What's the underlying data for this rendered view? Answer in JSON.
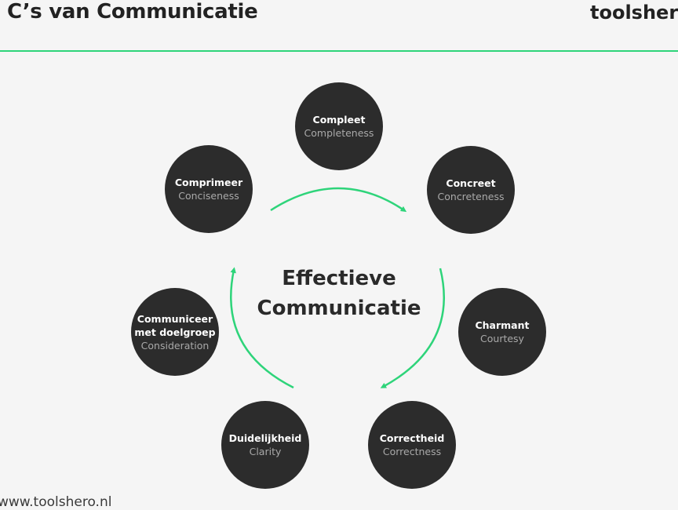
{
  "header": {
    "title": "C’s van Communicatie",
    "brand": "toolshero"
  },
  "center": {
    "line1": "Effectieve",
    "line2": "Communicatie"
  },
  "nodes": [
    {
      "label": "Compleet",
      "sub": "Completeness"
    },
    {
      "label": "Concreet",
      "sub": "Concreteness"
    },
    {
      "label": "Charmant",
      "sub": "Courtesy"
    },
    {
      "label": "Correctheid",
      "sub": "Correctness"
    },
    {
      "label": "Duidelijkheid",
      "sub": "Clarity"
    },
    {
      "label": "Communiceer",
      "label2": "met doelgroep",
      "sub": "Consideration"
    },
    {
      "label": "Comprimeer",
      "sub": "Conciseness"
    }
  ],
  "footer": {
    "url": "www.toolshero.nl"
  },
  "colors": {
    "accent": "#2ed47a",
    "node_fill": "#2c2c2c",
    "node_label": "#ffffff",
    "node_sub": "#a9a9a9",
    "background": "#f5f5f5",
    "text": "#222222"
  },
  "icons": {
    "cycle_arrows": "arrow-icon"
  }
}
